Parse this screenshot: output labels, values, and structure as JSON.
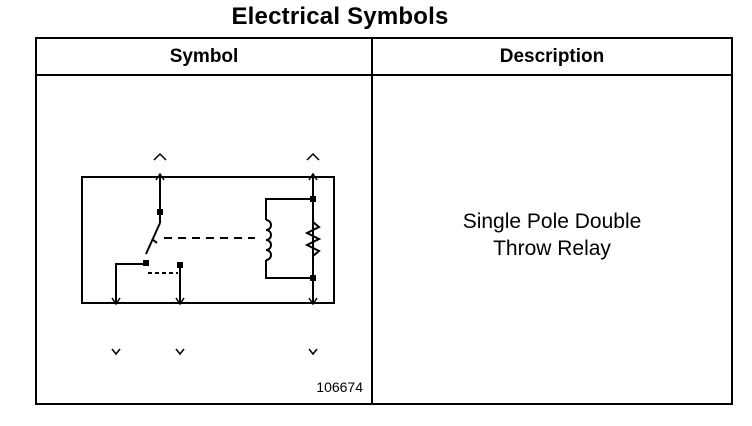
{
  "title": "Electrical Symbols",
  "table": {
    "headers": {
      "symbol": "Symbol",
      "description": "Description"
    },
    "rows": [
      {
        "symbol_icon": "single-pole-double-throw-relay-icon",
        "figure_number": "106674",
        "description_lines": [
          "Single Pole Double",
          "Throw Relay"
        ]
      }
    ]
  }
}
